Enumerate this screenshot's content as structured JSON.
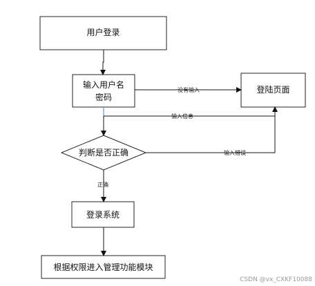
{
  "nodes": {
    "user_login": "用户登录",
    "input_line1": "输入用户名",
    "input_line2": "密码",
    "decision": "判断是否正确",
    "login_system": "登录系统",
    "permission": "根据权限进入管理功能模块",
    "login_page": "登陆页面"
  },
  "edges": {
    "no_input": "没有输入",
    "input_info": "输入信息",
    "input_error": "输入错误",
    "correct": "正确"
  },
  "watermark": "CSDN @vx_CXKF10088"
}
